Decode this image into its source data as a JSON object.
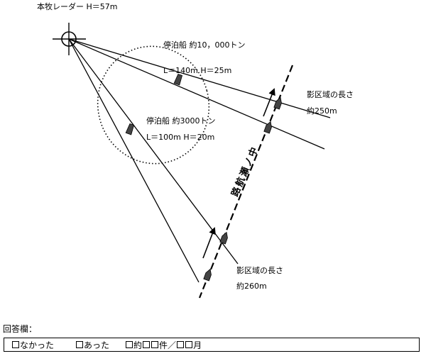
{
  "radar_label": "本牧レーダー H＝57m",
  "ship_large": {
    "title": "停泊船 約10，000トン",
    "dims": "L＝140m H＝25m"
  },
  "ship_small": {
    "title": "停泊船 約3000トン",
    "dims": "L＝100m H＝20m"
  },
  "channel_name": [
    "中",
    "ノ",
    "瀬",
    "航",
    "路"
  ],
  "shadow_upper": {
    "title": "影区域の長さ",
    "value": "約250m"
  },
  "shadow_lower": {
    "title": "影区域の長さ",
    "value": "約260m"
  },
  "answer": {
    "label": "回答欄：",
    "opt1": "なかった",
    "opt2": "あった",
    "opt3_prefix": "約",
    "opt3_mid": "件／",
    "opt3_suffix": "月"
  }
}
